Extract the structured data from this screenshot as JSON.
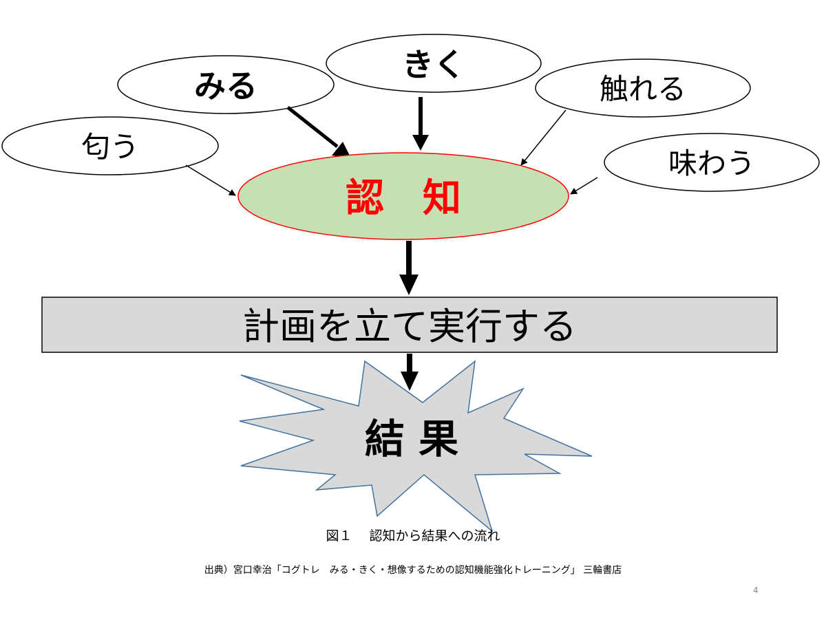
{
  "diagram": {
    "senses": {
      "smell": "匂う",
      "see": "みる",
      "hear": "きく",
      "touch": "触れる",
      "taste": "味わう"
    },
    "cognition": "認　知",
    "plan_execute": "計画を立て実行する",
    "result": "結 果"
  },
  "caption": "図１　 認知から結果への流れ",
  "source": "出典）宮口幸治「コグトレ　みる・きく・想像するための認知機能強化トレーニング」 三輪書店",
  "page_number": "4",
  "colors": {
    "cognition_fill": "#c6e0b4",
    "cognition_border": "#ff0000",
    "cognition_text": "#ff0000",
    "box_fill": "#d9d9d9",
    "burst_fill": "#d9d9d9",
    "burst_border": "#41719c"
  }
}
